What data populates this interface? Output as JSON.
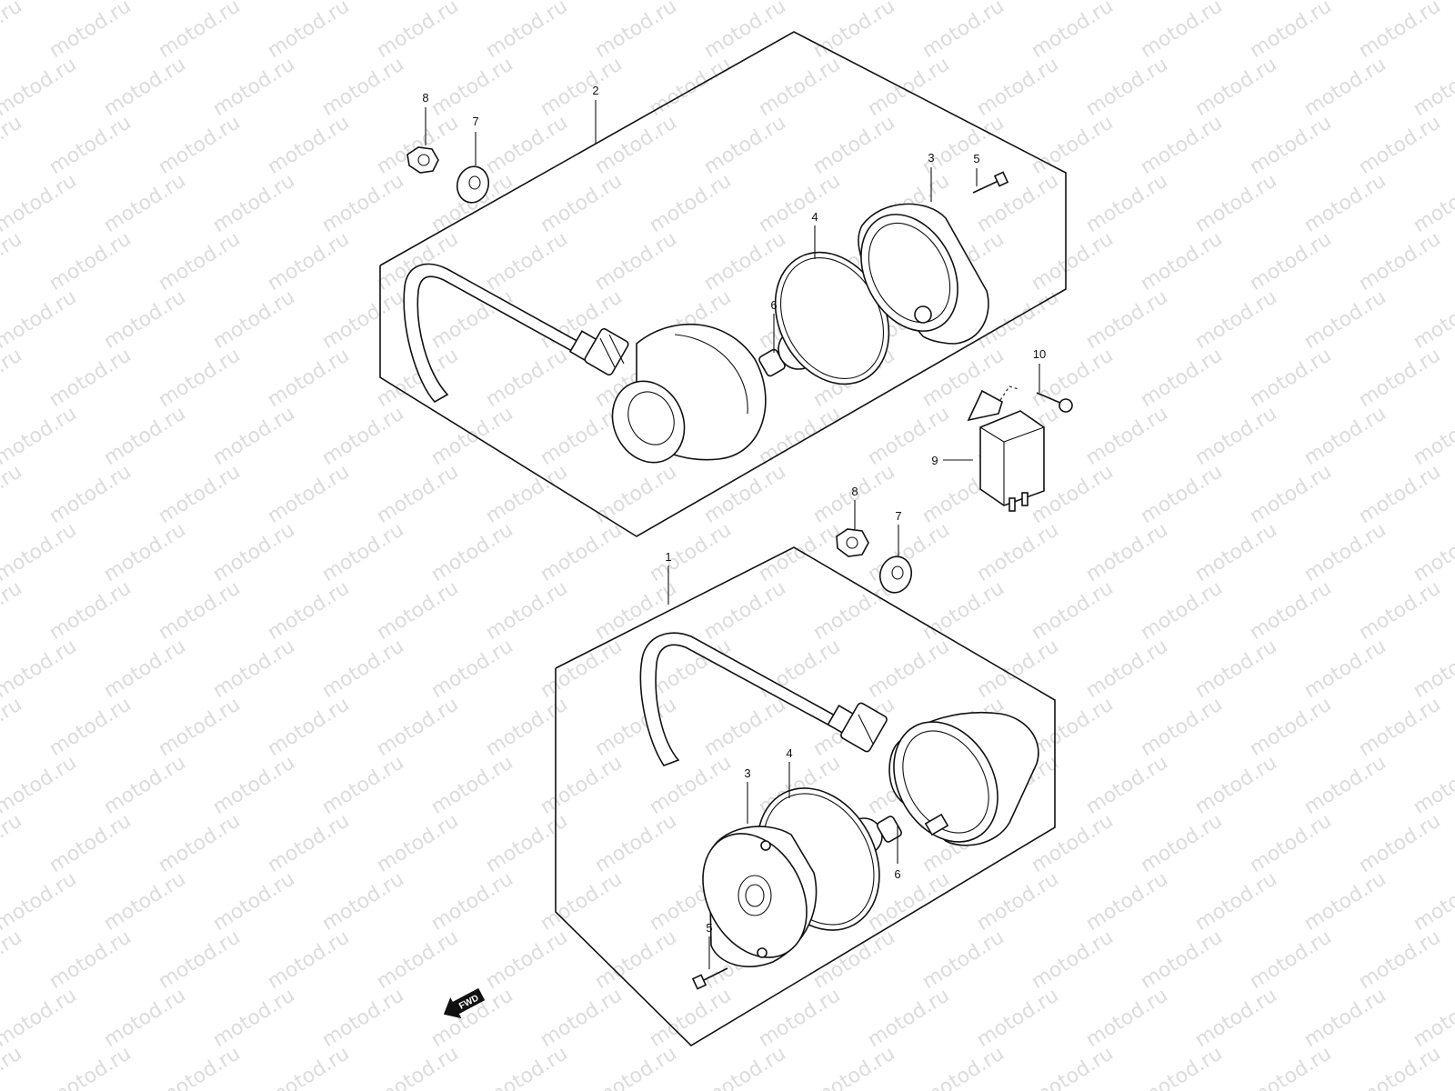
{
  "watermark": {
    "text": "motod.ru"
  },
  "assemblies": [
    {
      "id": "2",
      "label": "2"
    },
    {
      "id": "1",
      "label": "1"
    }
  ],
  "callouts": {
    "upper": {
      "nut": "8",
      "washer": "7",
      "lens": "3",
      "screw": "5",
      "gasket": "4",
      "bulb": "6"
    },
    "lower": {
      "nut": "8",
      "washer": "7",
      "lens": "3",
      "screw": "5",
      "gasket": "4",
      "bulb": "6"
    },
    "relay": "9",
    "relay_screw": "10"
  },
  "direction_badge": {
    "text": "FWD"
  }
}
